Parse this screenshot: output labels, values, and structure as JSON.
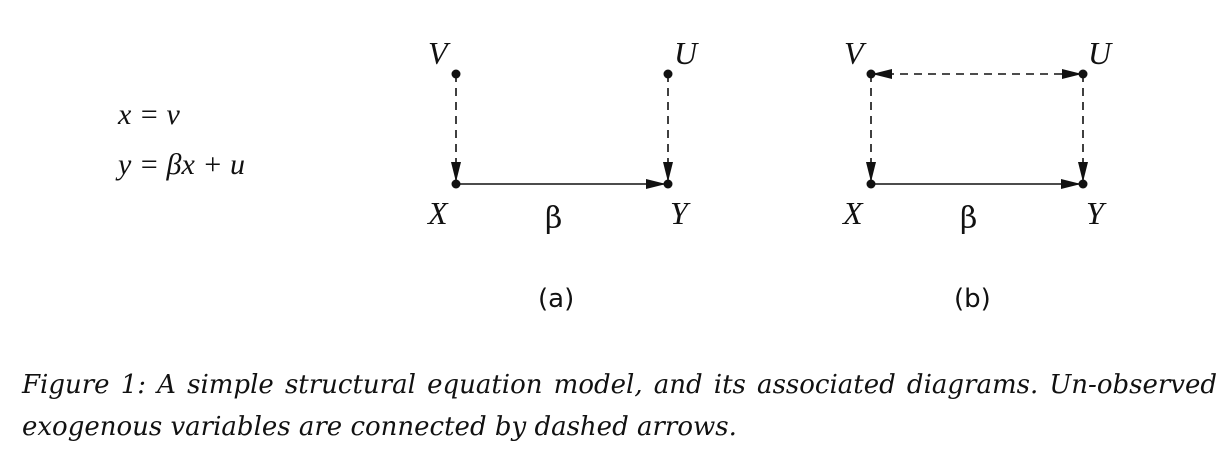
{
  "equations": {
    "line1": "x = v",
    "line2": "y = βx + u"
  },
  "diagrams": [
    {
      "panel_label": "(a)",
      "nodes": {
        "v": "V",
        "u": "U",
        "x": "X",
        "y": "Y"
      },
      "edge_label": "β"
    },
    {
      "panel_label": "(b)",
      "nodes": {
        "v": "V",
        "u": "U",
        "x": "X",
        "y": "Y"
      },
      "edge_label": "β"
    }
  ],
  "caption": "Figure 1:  A simple structural equation model, and its associated diagrams. Un-observed exogenous variables are connected by dashed arrows."
}
